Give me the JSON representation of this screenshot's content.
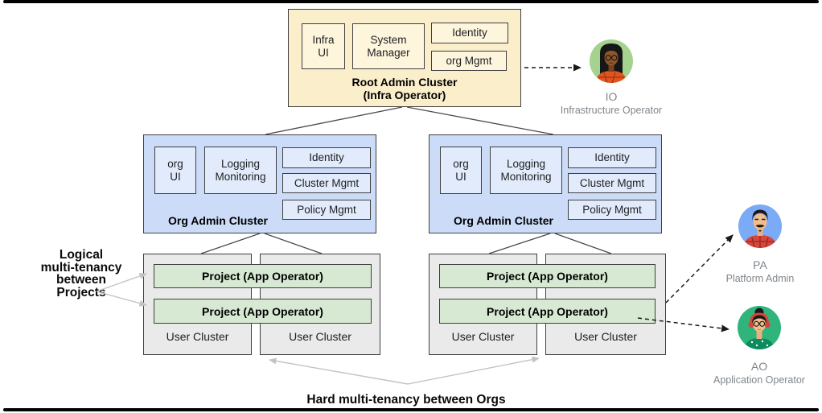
{
  "root_cluster": {
    "title": "Root Admin Cluster",
    "subtitle": "(Infra Operator)",
    "components": {
      "infra_ui": "Infra UI",
      "system_manager": "System Manager",
      "identity": "Identity",
      "org_mgmt": "org Mgmt"
    }
  },
  "org_clusters": [
    {
      "title": "Org Admin Cluster",
      "components": {
        "org_ui": "org UI",
        "logging_monitoring": "Logging Monitoring",
        "identity": "Identity",
        "cluster_mgmt": "Cluster Mgmt",
        "policy_mgmt": "Policy Mgmt"
      }
    },
    {
      "title": "Org Admin Cluster",
      "components": {
        "org_ui": "org UI",
        "logging_monitoring": "Logging Monitoring",
        "identity": "Identity",
        "cluster_mgmt": "Cluster Mgmt",
        "policy_mgmt": "Policy Mgmt"
      }
    }
  ],
  "user_groups": [
    {
      "projects": [
        "Project (App Operator)",
        "Project (App Operator)"
      ],
      "user_clusters": [
        "User Cluster",
        "User Cluster"
      ]
    },
    {
      "projects": [
        "Project (App Operator)",
        "Project  (App Operator)"
      ],
      "user_clusters": [
        "User Cluster",
        "User Cluster"
      ]
    }
  ],
  "annotations": {
    "left_label_lines": [
      "Logical",
      "multi-tenancy",
      "between",
      "Projects"
    ],
    "left_label_full": "Logical multi-tenancy between Projects",
    "bottom_label": "Hard multi-tenancy between Orgs"
  },
  "actors": [
    {
      "abbr": "IO",
      "role": "Infrastructure Operator"
    },
    {
      "abbr": "PA",
      "role": "Platform Admin"
    },
    {
      "abbr": "AO",
      "role": "Application Operator"
    }
  ],
  "colors": {
    "root_cluster_fill": "#FBEFCB",
    "root_component_fill": "#FDF5DC",
    "org_cluster_fill": "#CCDCF8",
    "org_component_fill": "#E2EBFB",
    "user_cluster_fill": "#EAEAEA",
    "project_fill": "#D7E9D2",
    "box_border": "#3F3F3F",
    "io_circle": "#A6D28F",
    "pa_circle": "#7BAAF7",
    "ao_circle": "#2FB57C",
    "gray_arrow": "#C3C3C3",
    "dashed_arrow": "#1A1A1A"
  }
}
